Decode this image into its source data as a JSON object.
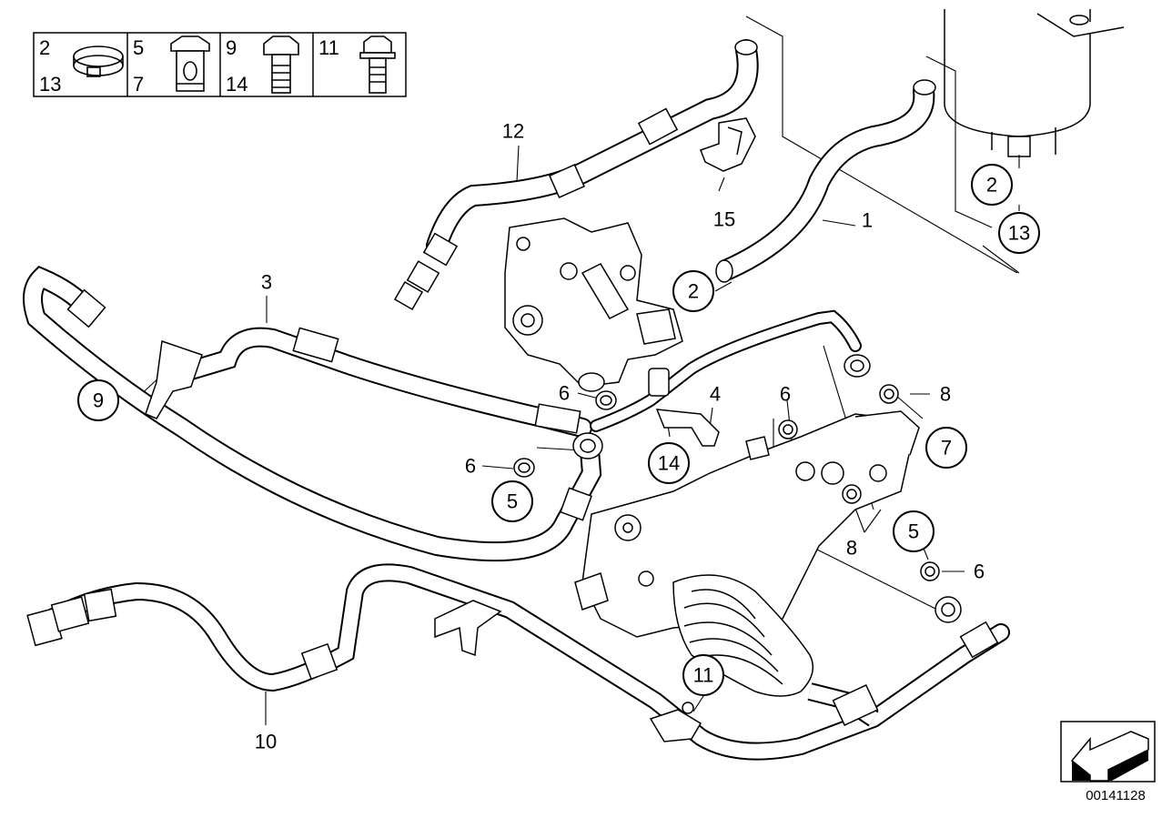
{
  "legend": {
    "cells": [
      {
        "top": "2",
        "bottom": "13"
      },
      {
        "top": "5",
        "bottom": "7"
      },
      {
        "top": "9",
        "bottom": "14"
      },
      {
        "top": "11",
        "bottom": ""
      }
    ]
  },
  "callouts": {
    "c1": "1",
    "c2a": "2",
    "c2b": "2",
    "c13": "13",
    "c3": "3",
    "c4": "4",
    "c5a": "5",
    "c5b": "5",
    "c6a": "6",
    "c6b": "6",
    "c6c": "6",
    "c6d": "6",
    "c7": "7",
    "c8a": "8",
    "c8b": "8",
    "c9": "9",
    "c10": "10",
    "c11": "11",
    "c12": "12",
    "c14": "14",
    "c15": "15"
  },
  "document_id": "00141128",
  "colors": {
    "line": "#000000",
    "hose_fill": "#ffffff",
    "part_shade": "#cfcfcf"
  }
}
